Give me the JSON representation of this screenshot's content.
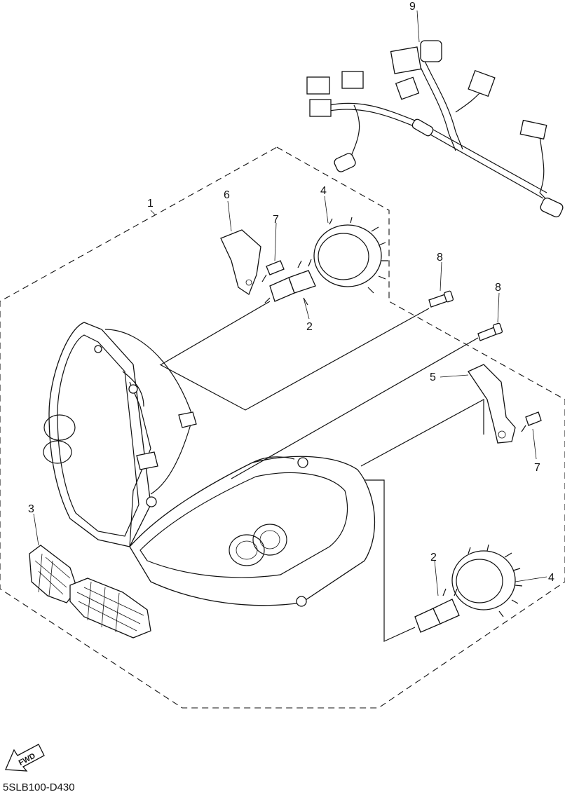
{
  "callouts": {
    "c1": "1",
    "c2a": "2",
    "c2b": "2",
    "c3": "3",
    "c4a": "4",
    "c4b": "4",
    "c5": "5",
    "c6": "6",
    "c7a": "7",
    "c7b": "7",
    "c8a": "8",
    "c8b": "8",
    "c9": "9"
  },
  "fwd_label": "FWD",
  "drawing_code": "5SLB100-D430"
}
